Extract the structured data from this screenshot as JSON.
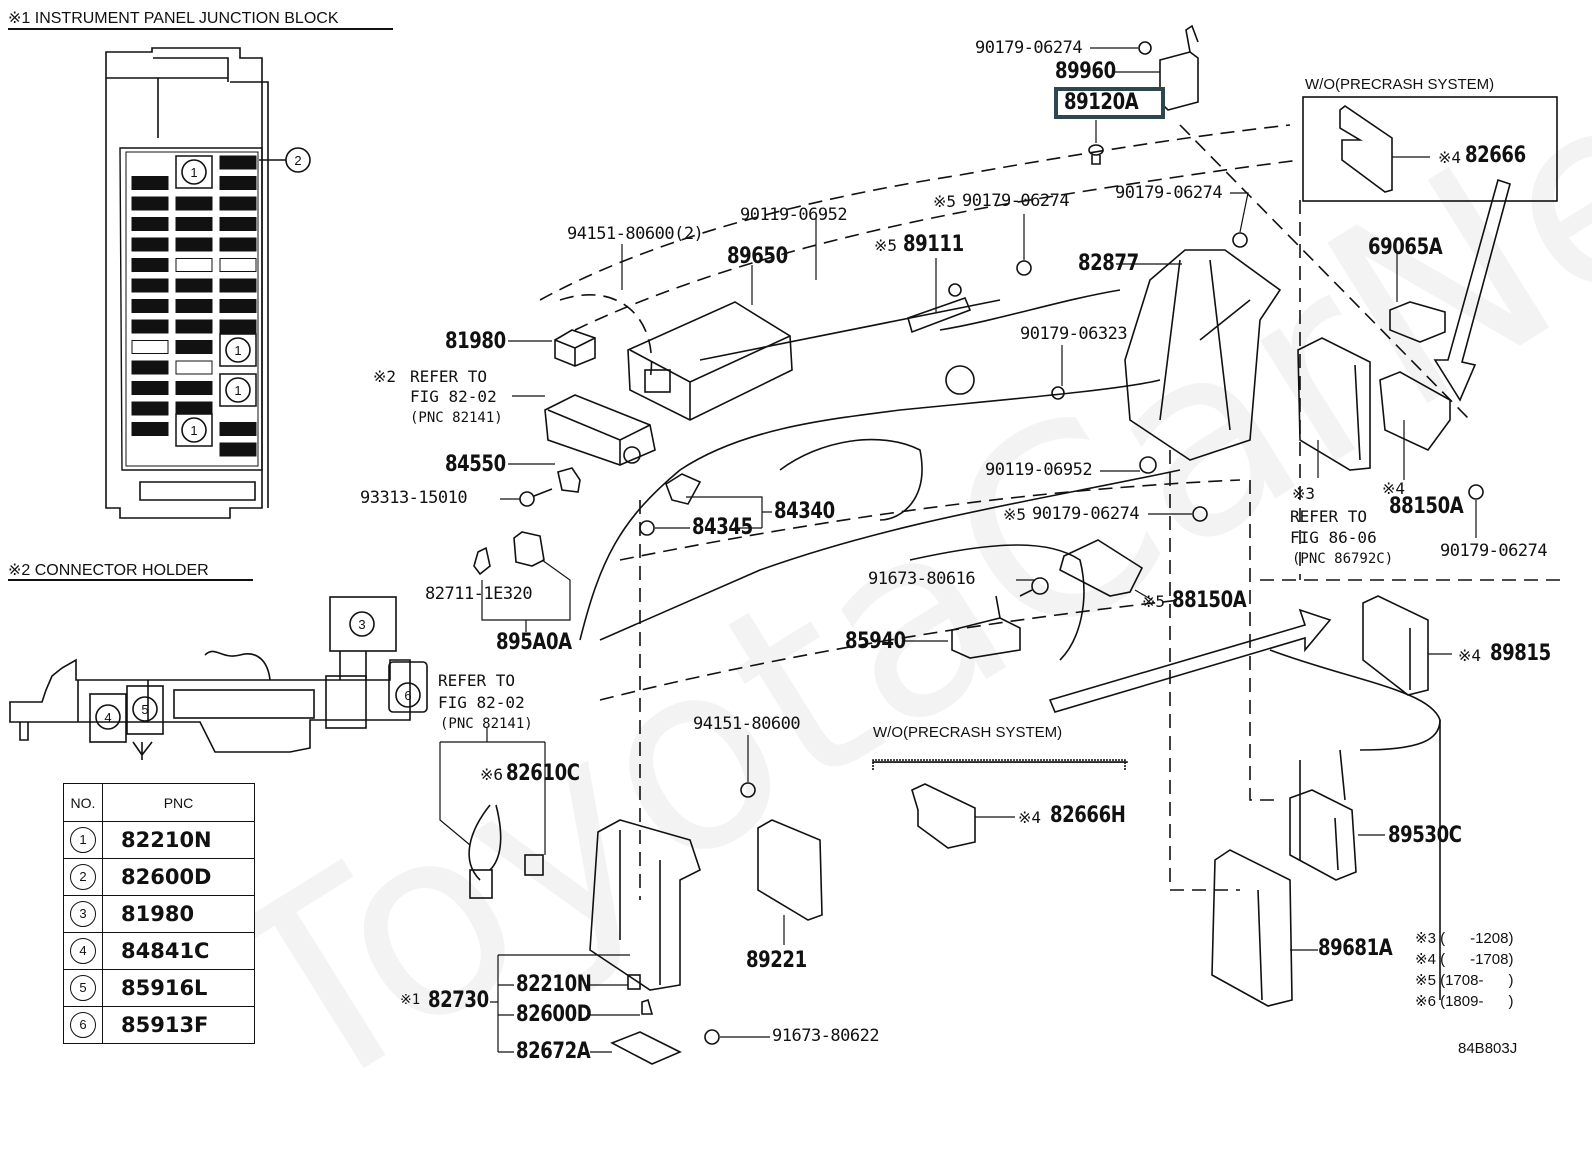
{
  "diagram_code": "84B803J",
  "watermark": "ToyotaCarNet",
  "sections": {
    "junction_block": {
      "title": "※1 INSTRUMENT PANEL JUNCTION BLOCK"
    },
    "connector_holder": {
      "title": "※2 CONNECTOR HOLDER"
    }
  },
  "pnc_table": {
    "headers": [
      "NO.",
      "PNC"
    ],
    "rows": [
      {
        "no": "1",
        "pnc": "82210N"
      },
      {
        "no": "2",
        "pnc": "82600D"
      },
      {
        "no": "3",
        "pnc": "81980"
      },
      {
        "no": "4",
        "pnc": "84841C"
      },
      {
        "no": "5",
        "pnc": "85916L"
      },
      {
        "no": "6",
        "pnc": "85913F"
      }
    ]
  },
  "callout_numbers": [
    "1",
    "2",
    "3",
    "4",
    "5",
    "6"
  ],
  "labels": {
    "p90179_06274_top": "90179-06274",
    "p89960": "89960",
    "p89120A": "89120A",
    "wo_precrash_top": "W/O(PRECRASH SYSTEM)",
    "p82666": "82666",
    "p82666_mark": "※4",
    "p94151_80600_2": "94151-80600(2)",
    "p90119_06952_top": "90119-06952",
    "p89650": "89650",
    "p89111_mark": "※5",
    "p89111": "89111",
    "p90179_06274_s5_mark": "※5",
    "p90179_06274_s5": "90179-06274",
    "p90179_06274_r": "90179-06274",
    "p82877": "82877",
    "p69065A": "69065A",
    "p81980": "81980",
    "refer_82_02_mark": "※2",
    "refer_82_02_l1": "REFER TO",
    "refer_82_02_l2": "FIG 82-02",
    "refer_82_02_l3": "(PNC 82141)",
    "p90179_06323": "90179-06323",
    "p84550": "84550",
    "p93313_15010": "93313-15010",
    "p90119_06952_mid": "90119-06952",
    "p84345": "84345",
    "p84340": "84340",
    "p90179_06274_s5b_mark": "※5",
    "p90179_06274_s5b": "90179-06274",
    "refer_86_06_mark": "※3",
    "refer_86_06_l1": "REFER TO",
    "refer_86_06_l2": "FIG 86-06",
    "refer_86_06_l3": "(PNC 86792C)",
    "p88150A_s4_mark": "※4",
    "p88150A_s4": "88150A",
    "p90179_06274_br": "90179-06274",
    "p82711_1E320": "82711-1E320",
    "p91673_80616": "91673-80616",
    "p88150A_s5_mark": "※5",
    "p88150A_s5": "88150A",
    "p895A0A": "895A0A",
    "p85940": "85940",
    "p89815_mark": "※4",
    "p89815": "89815",
    "refer_82_02b_l1": "REFER TO",
    "refer_82_02b_l2": "FIG 82-02",
    "refer_82_02b_l3": "(PNC 82141)",
    "p94151_80600": "94151-80600",
    "wo_precrash_mid": "W/O(PRECRASH SYSTEM)",
    "p82610C_mark": "※6",
    "p82610C": "82610C",
    "p82666H_mark": "※4",
    "p82666H": "82666H",
    "p89530C": "89530C",
    "p89221": "89221",
    "p89681A": "89681A",
    "p82730_mark": "※1",
    "p82730": "82730",
    "p82210N": "82210N",
    "p82600D": "82600D",
    "p82672A": "82672A",
    "p91673_80622": "91673-80622"
  },
  "legend": [
    "※3 (      -1208)",
    "※4 (      -1708)",
    "※5 (1708-      )",
    "※6 (1809-      )"
  ],
  "highlight_color": "#2e4650"
}
